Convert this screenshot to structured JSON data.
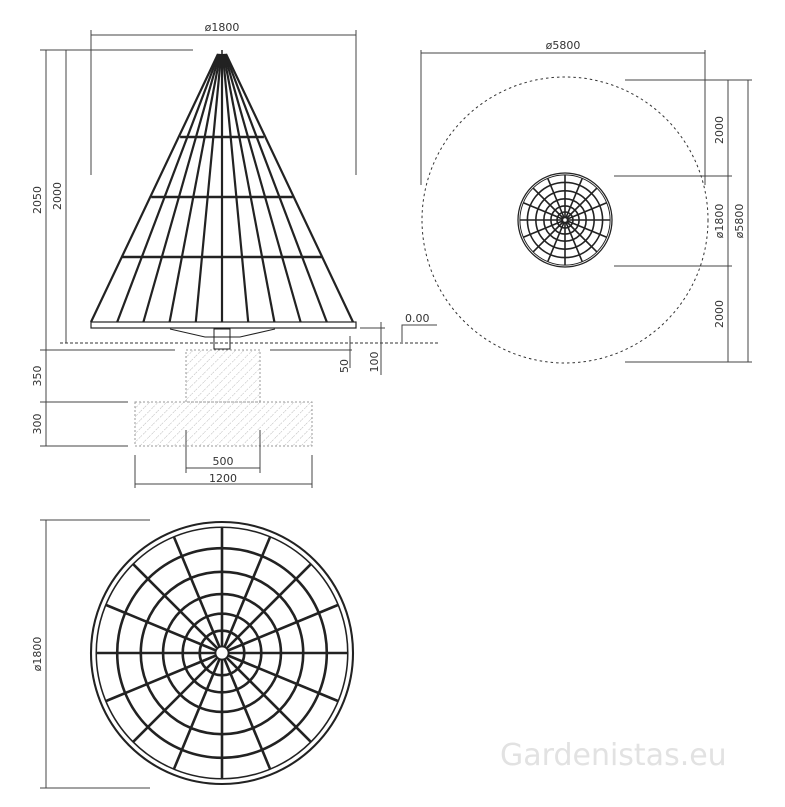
{
  "side_view": {
    "dims": {
      "diameter": "ø1800",
      "total_height": "2050",
      "height": "2000",
      "level": "0.00",
      "clearance_50": "50",
      "clearance_100": "100",
      "foundation_top_depth": "350",
      "foundation_bottom_depth": "300",
      "foundation_top_width": "500",
      "foundation_bottom_width": "1200"
    }
  },
  "safety_plan": {
    "dims": {
      "zone_diameter": "ø5800",
      "zone_height": "ø5800",
      "clearance_top": "2000",
      "device_diameter": "ø1800",
      "clearance_bottom": "2000"
    }
  },
  "top_view": {
    "dims": {
      "diameter": "ø1800"
    }
  },
  "watermark": "Gardenistas.eu",
  "colors": {
    "line": "#222222",
    "dimension": "#444444",
    "watermark": "#e2e2e2"
  }
}
